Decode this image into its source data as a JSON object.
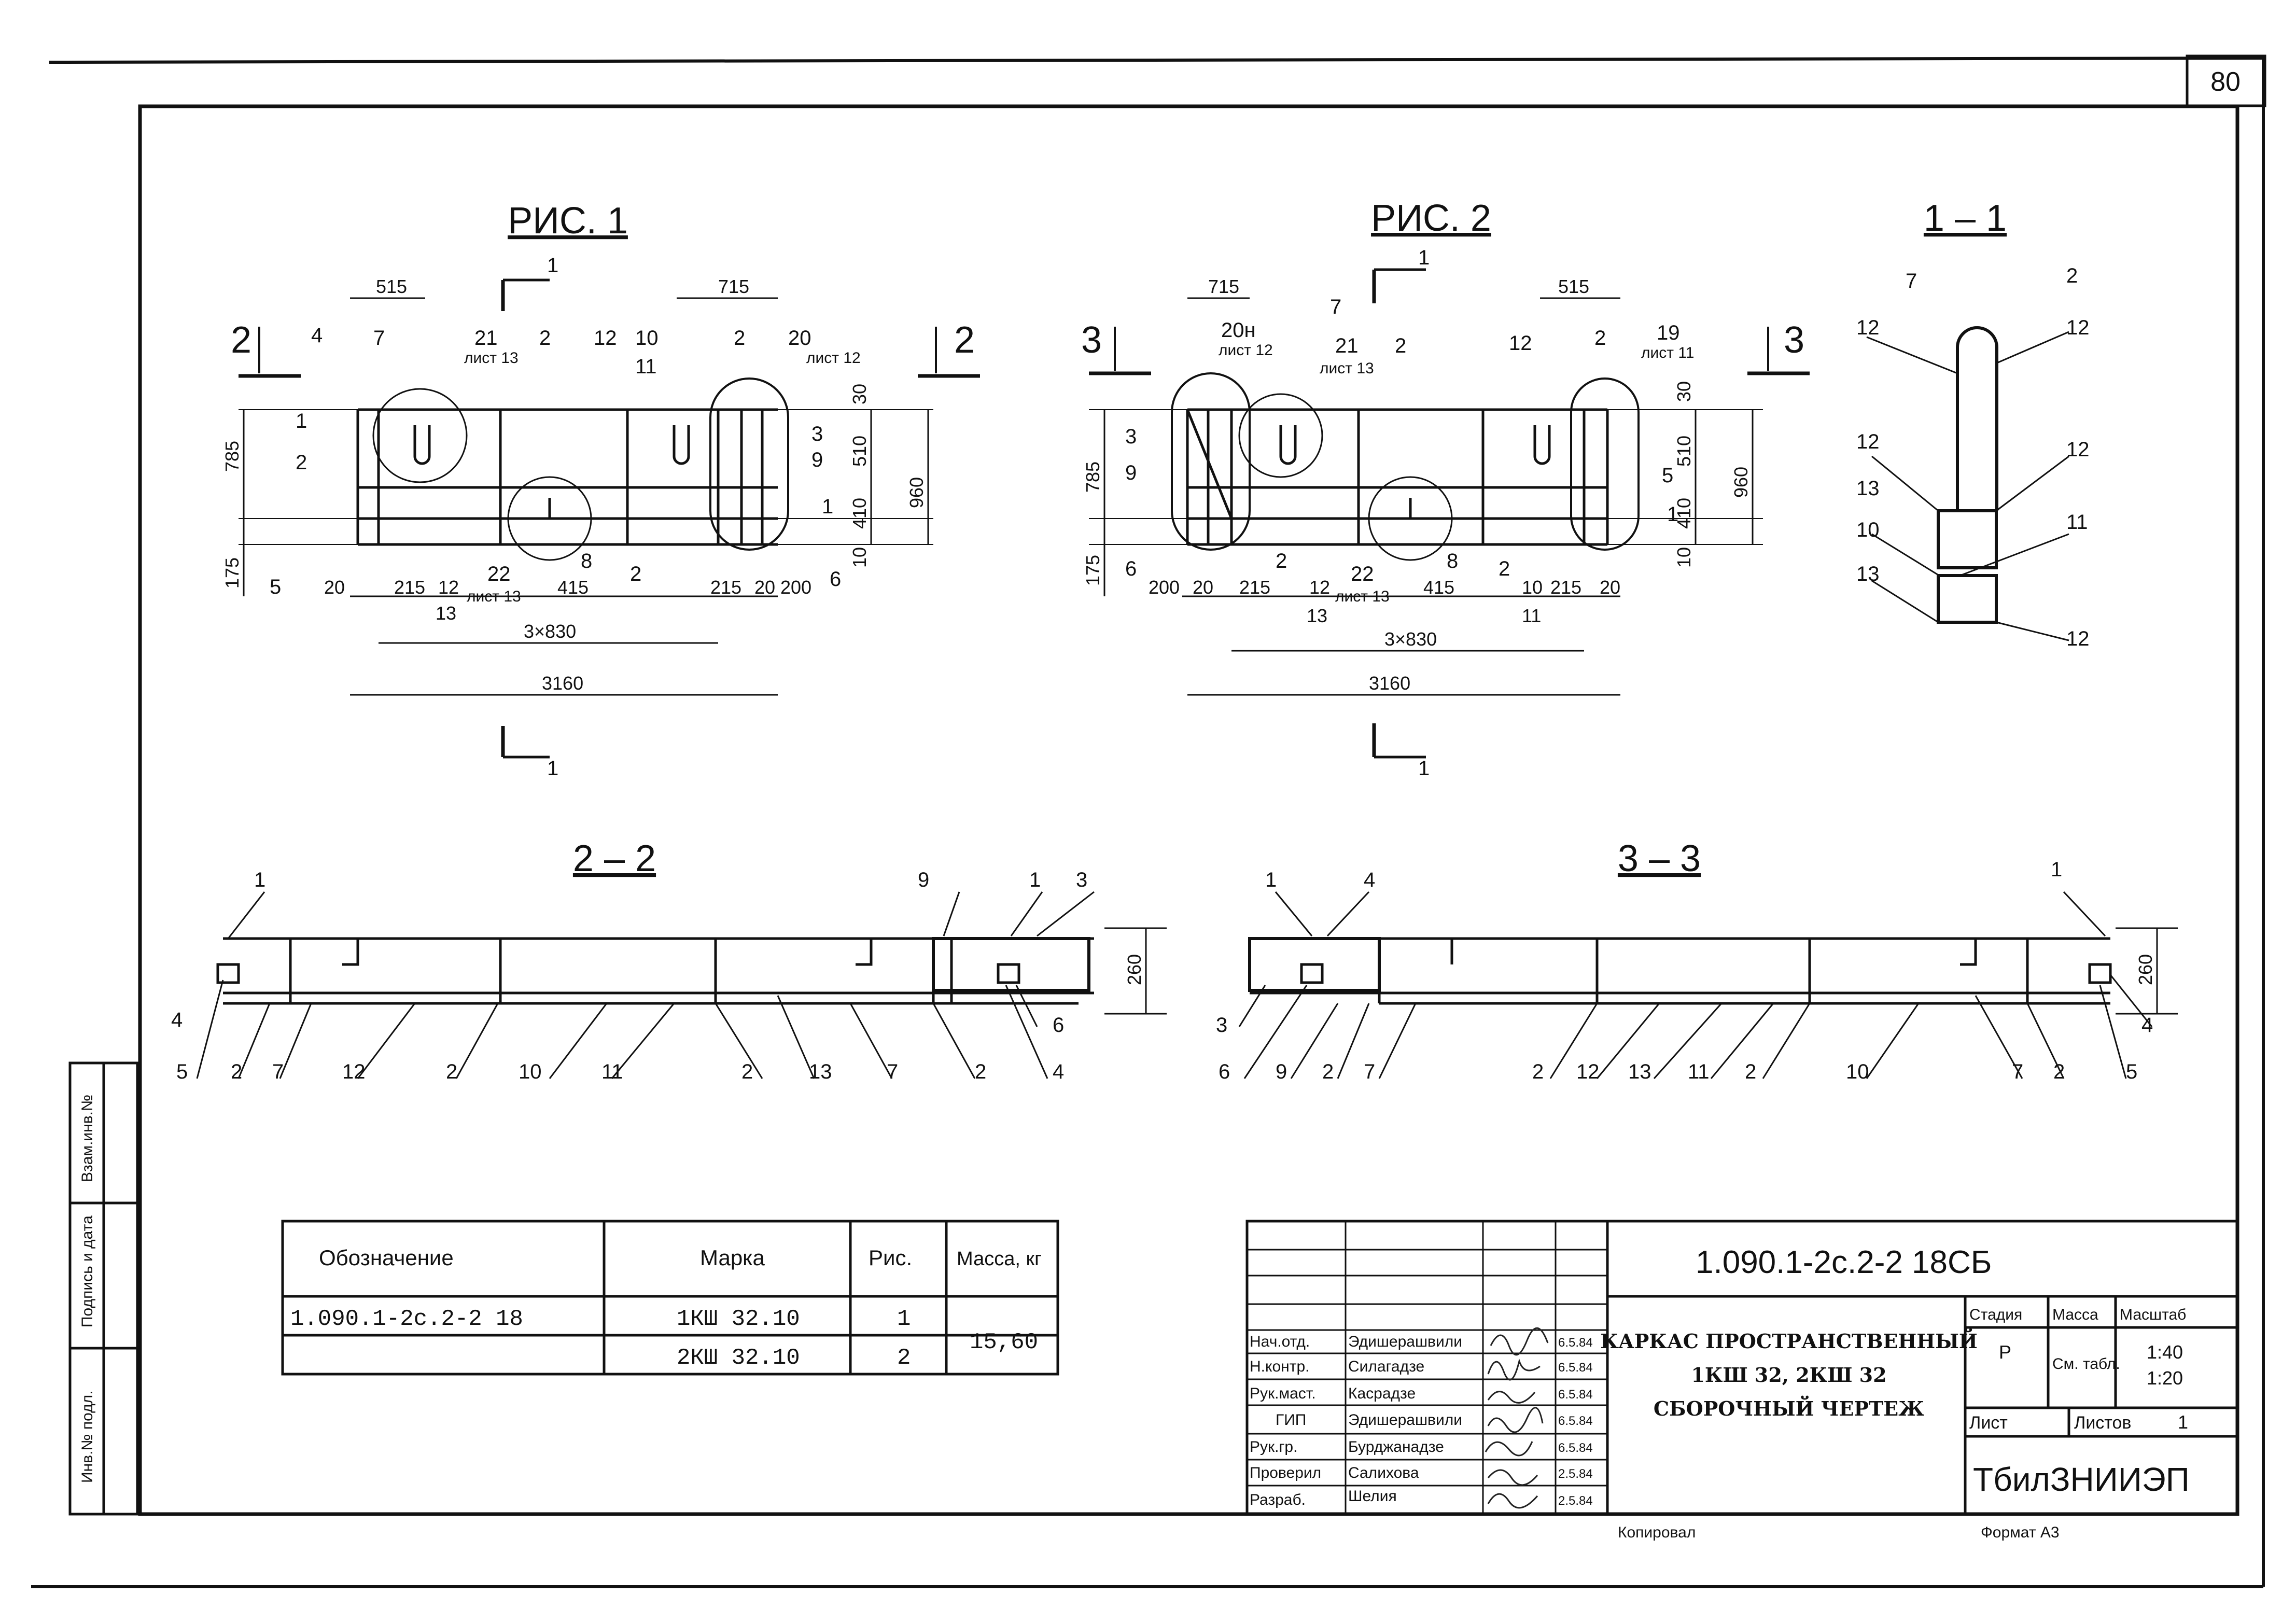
{
  "sheet": {
    "number": "80"
  },
  "figures": {
    "fig1": {
      "title": "РИС. 1",
      "section_tags": {
        "left": "2",
        "right": "2",
        "top": "1",
        "bottom": "1"
      },
      "dims": {
        "top_left": "515",
        "top_right": "715",
        "span": "3×830",
        "overall": "3160",
        "h785": "785",
        "h175": "175",
        "h960": "960",
        "h510": "510",
        "h410": "410",
        "h30": "30",
        "h10": "10",
        "b20a": "20",
        "b215a": "215",
        "b12": "12",
        "b13": "13",
        "b415": "415",
        "b215b": "215",
        "b20b": "20",
        "b200": "200"
      },
      "callouts": {
        "c21": "21",
        "c21s": "лист 13",
        "c20": "20",
        "c20s": "лист 12",
        "c22": "22",
        "c22s": "лист 13",
        "c8": "8"
      },
      "marks": [
        "4",
        "7",
        "1",
        "2",
        "5",
        "2",
        "2",
        "12",
        "10",
        "11",
        "2",
        "3",
        "9",
        "1",
        "6"
      ]
    },
    "fig2": {
      "title": "РИС. 2",
      "section_tags": {
        "left": "3",
        "right": "3",
        "top": "1",
        "bottom": "1"
      },
      "dims": {
        "top_left": "715",
        "top_right": "515",
        "span": "3×830",
        "overall": "3160",
        "h785": "785",
        "h175": "175",
        "h960": "960",
        "h510": "510",
        "h410": "410",
        "h30": "30",
        "h10": "10",
        "b200": "200",
        "b20a": "20",
        "b215a": "215",
        "b12": "12",
        "b13": "13",
        "b415": "415",
        "b10": "10",
        "b11": "11",
        "b215b": "215",
        "b20b": "20"
      },
      "callouts": {
        "c20": "20н",
        "c20s": "лист 12",
        "c21": "21",
        "c21s": "лист 13",
        "c19": "19",
        "c19s": "лист 11",
        "c22": "22",
        "c22s": "лист 13",
        "c8": "8"
      },
      "marks": [
        "7",
        "2",
        "3",
        "9",
        "6",
        "2",
        "12",
        "2",
        "5",
        "1",
        "2"
      ]
    },
    "section_1_1": {
      "title": "1 – 1",
      "marks": [
        "7",
        "2",
        "12",
        "12",
        "12",
        "12",
        "13",
        "10",
        "11",
        "13",
        "12"
      ]
    },
    "section_2_2": {
      "title": "2 – 2",
      "height": "260",
      "top_marks": [
        "1",
        "9",
        "1",
        "3"
      ],
      "bottom_marks": [
        "4",
        "5",
        "2",
        "7",
        "12",
        "2",
        "10",
        "11",
        "2",
        "13",
        "7",
        "2",
        "4",
        "6"
      ]
    },
    "section_3_3": {
      "title": "3 – 3",
      "height": "260",
      "top_marks": [
        "1",
        "4",
        "1"
      ],
      "bottom_marks": [
        "3",
        "6",
        "9",
        "2",
        "7",
        "2",
        "12",
        "13",
        "11",
        "2",
        "10",
        "7",
        "2",
        "5",
        "4"
      ]
    }
  },
  "spec_table": {
    "headers": [
      "Обозначение",
      "Марка",
      "Рис.",
      "Масса, кг"
    ],
    "rows": [
      {
        "designation": "1.090.1-2с.2-2 18",
        "mark": "1КШ 32.10",
        "fig": "1",
        "mass": "15,60"
      },
      {
        "designation": "",
        "mark": "2КШ 32.10",
        "fig": "2",
        "mass": ""
      }
    ]
  },
  "title_block": {
    "doc_code": "1.090.1-2с.2-2 18СБ",
    "title_lines": [
      "КАРКАС ПРОСТРАНСТВЕННЫЙ",
      "1КШ 32, 2КШ 32",
      "СБОРОЧНЫЙ ЧЕРТЕЖ"
    ],
    "stage_header": "Стадия",
    "mass_header": "Масса",
    "scale_header": "Масштаб",
    "stage": "Р",
    "mass": "См. табл.",
    "scale": [
      "1:40",
      "1:20"
    ],
    "sheet_label": "Лист",
    "sheets_label": "Листов",
    "sheets": "1",
    "org": "ТбилЗНИИЭП",
    "signatures": [
      {
        "role": "Нач.отд.",
        "name": "Эдишерашвили",
        "date": "6.5.84"
      },
      {
        "role": "Н.контр.",
        "name": "Силагадзе",
        "date": "6.5.84"
      },
      {
        "role": "Рук.маст.",
        "name": "Касрадзе",
        "date": "6.5.84"
      },
      {
        "role": "ГИП",
        "name": "Эдишерашвили",
        "date": "6.5.84"
      },
      {
        "role": "Рук.гр.",
        "name": "Бурджанадзе",
        "date": "6.5.84"
      },
      {
        "role": "Проверил",
        "name": "Салихова",
        "date": "2.5.84"
      },
      {
        "role": "Разраб.",
        "name": "Шелия",
        "date": "2.5.84"
      }
    ],
    "copied": "Копировал",
    "format": "Формат А3"
  },
  "side_stamp": [
    "Инв.№ подл.",
    "Подпись и дата",
    "Взам.инв.№"
  ]
}
